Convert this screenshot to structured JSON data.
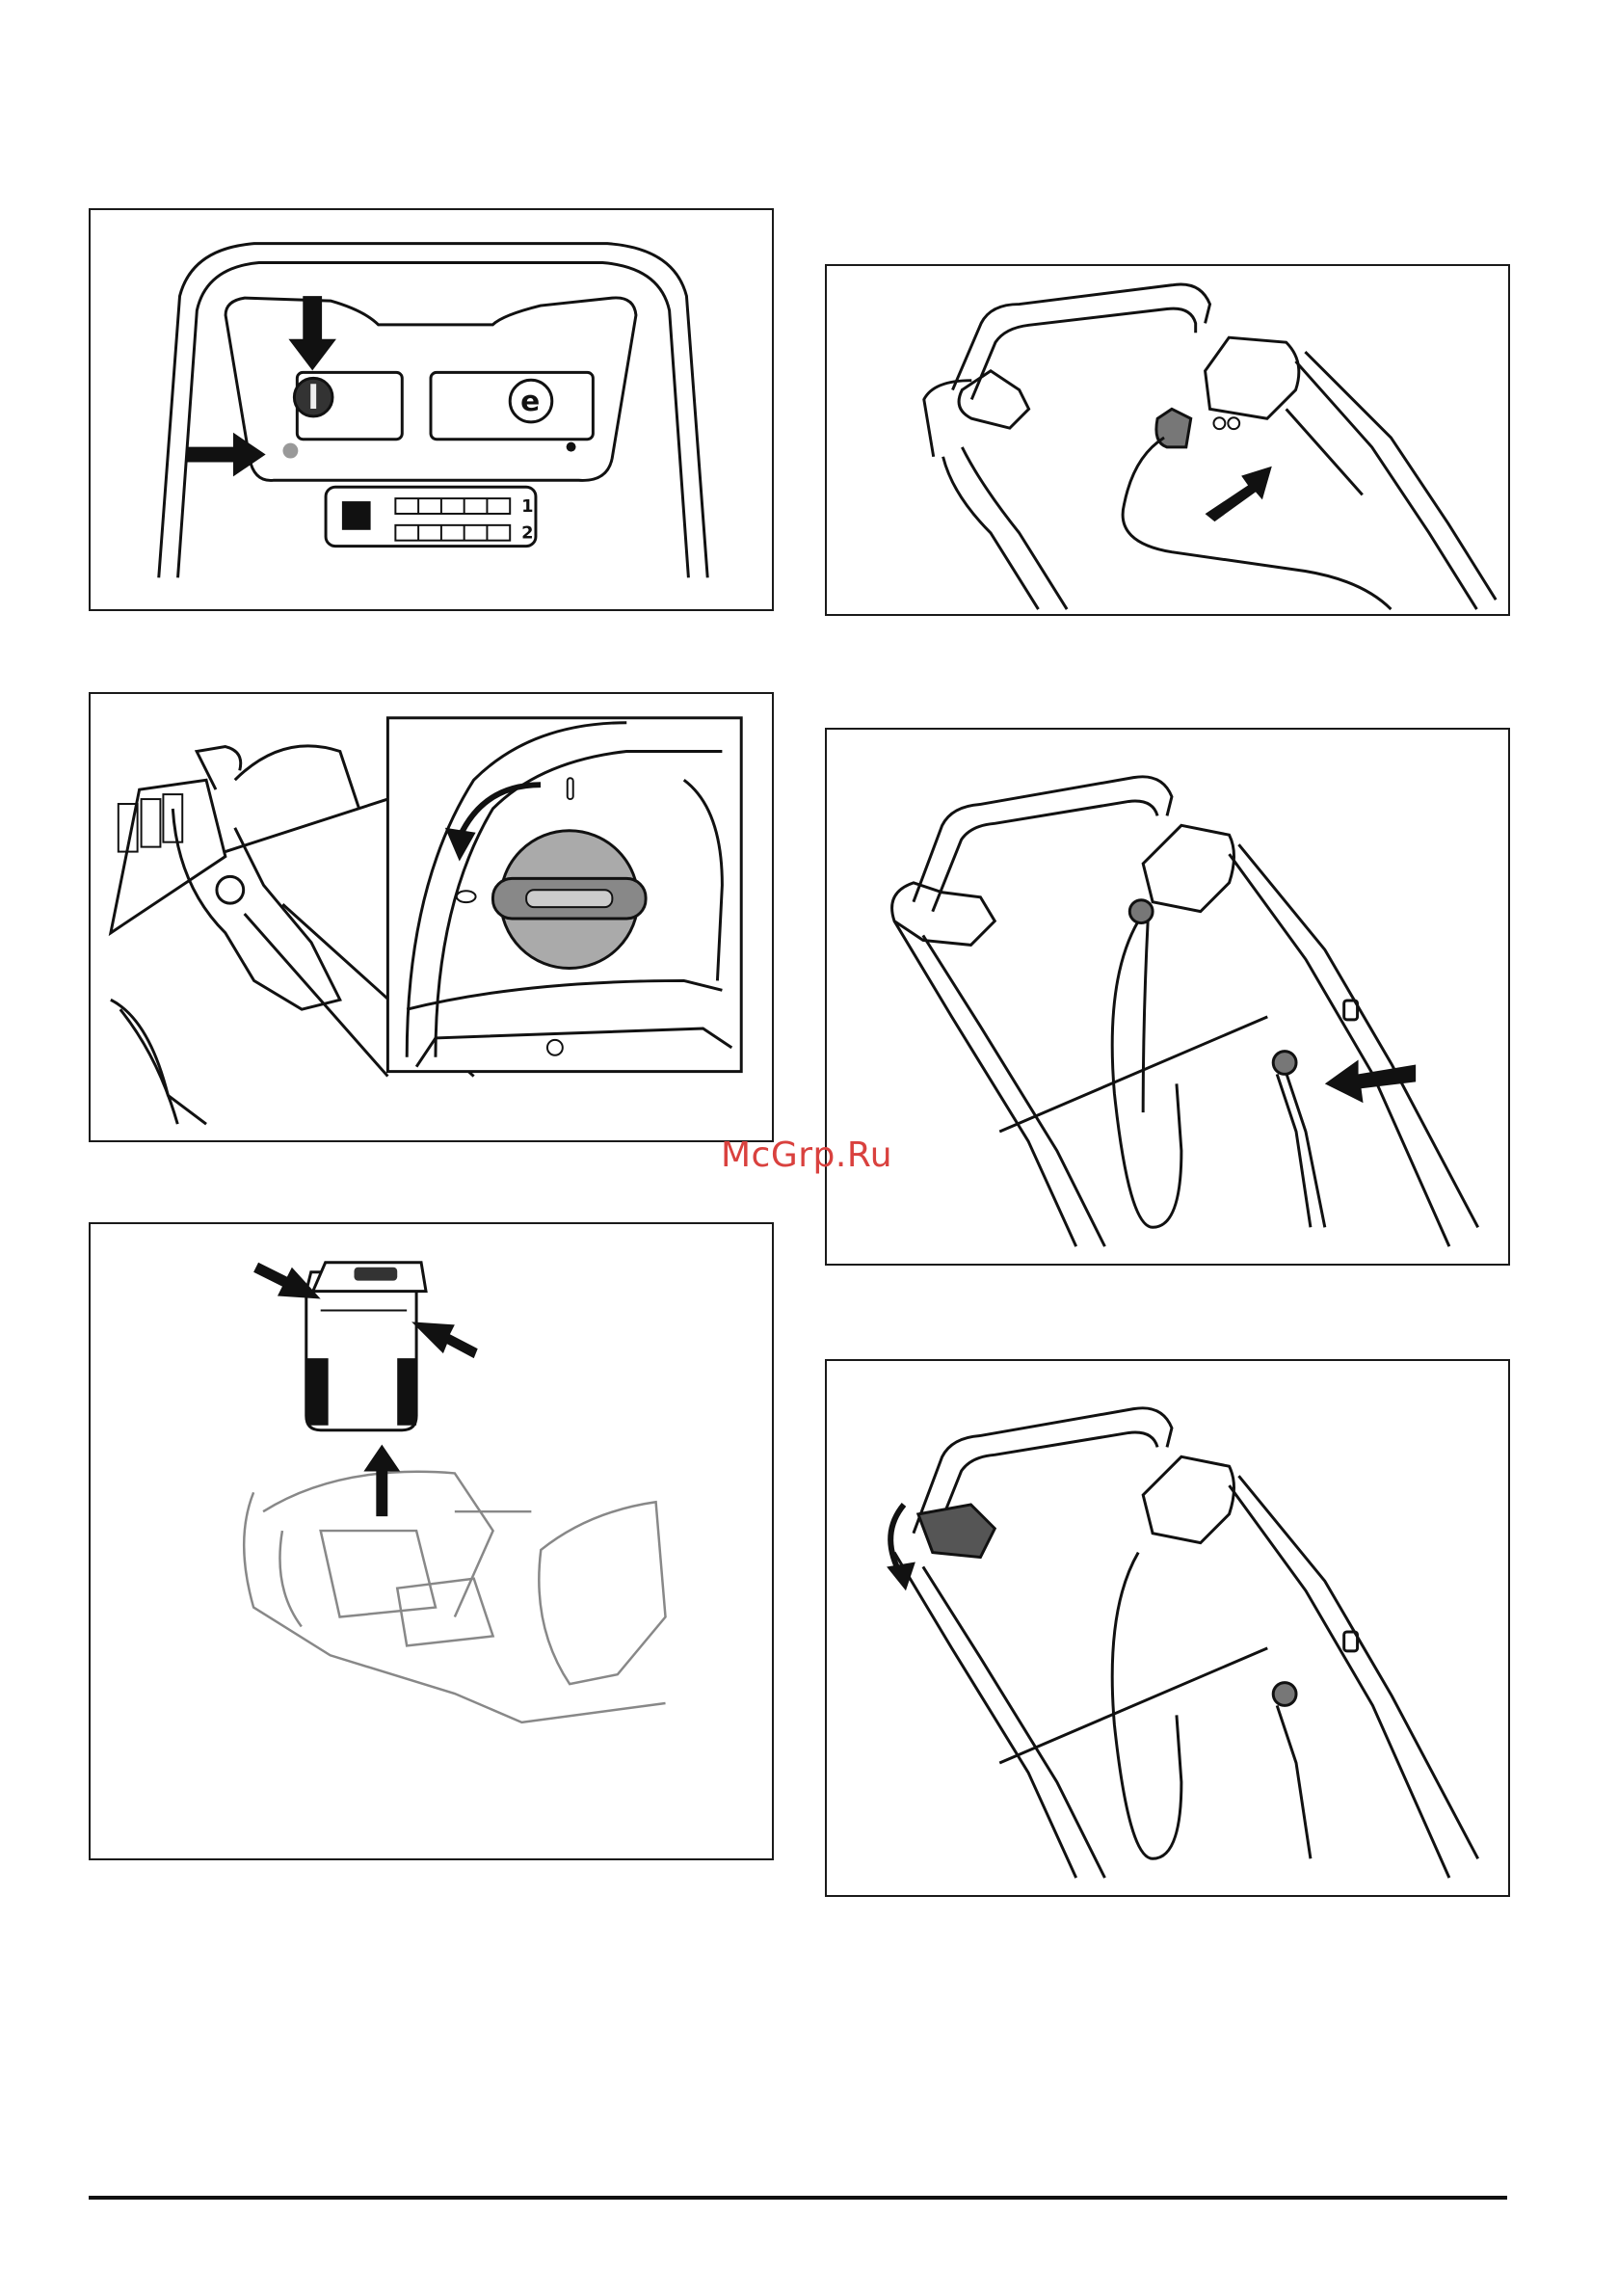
{
  "watermark": "McGrp.Ru",
  "figures": {
    "control_panel": {
      "icons": [
        "arrow-icon",
        "key-switch-icon",
        "eco-mode-icon",
        "battery-indicator-icon"
      ],
      "battery_labels": [
        "1",
        "2"
      ]
    },
    "key_turn": {
      "icons": [
        "rotate-arrow-icon",
        "key-icon"
      ]
    },
    "battery_removal": {
      "icons": [
        "battery-icon",
        "push-arrow-icon",
        "lift-arrow-icon"
      ]
    },
    "handle_connector": {
      "icons": [
        "handle-icon",
        "connector-plug-icon",
        "push-arrow-icon"
      ]
    },
    "cable_hook": {
      "icons": [
        "handle-icon",
        "cable-icon",
        "hook-arrow-icon"
      ]
    },
    "handle_fold": {
      "icons": [
        "handle-icon",
        "release-lever-icon",
        "rotate-arrow-icon"
      ]
    }
  }
}
